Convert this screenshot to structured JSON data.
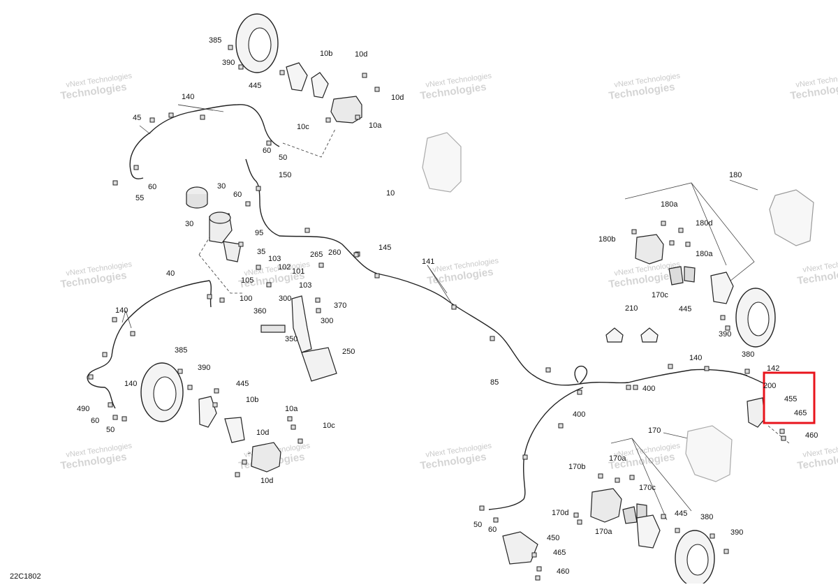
{
  "diagram_code": "22C1802",
  "watermark": {
    "line1": "vNext Technologies",
    "line2": "Technologies"
  },
  "highlight": {
    "color": "#e8141c"
  },
  "part_labels": [
    "385",
    "390",
    "445",
    "10b",
    "10d",
    "10d",
    "10c",
    "10a",
    "140",
    "45",
    "60",
    "50",
    "60",
    "55",
    "30",
    "30",
    "60",
    "150",
    "95",
    "35",
    "103",
    "102",
    "101",
    "265",
    "260",
    "145",
    "105",
    "100",
    "103",
    "300",
    "370",
    "300",
    "360",
    "350",
    "250",
    "10",
    "141",
    "40",
    "140",
    "140",
    "490",
    "60",
    "50",
    "385",
    "390",
    "445",
    "10b",
    "10a",
    "10c",
    "10d",
    "10d",
    "85",
    "180",
    "180a",
    "180d",
    "180b",
    "180a",
    "170c",
    "445",
    "210",
    "390",
    "380",
    "140",
    "142",
    "200",
    "400",
    "455",
    "465",
    "400",
    "460",
    "170",
    "170b",
    "170a",
    "170c",
    "170d",
    "445",
    "170a",
    "380",
    "390",
    "450",
    "465",
    "460",
    "50",
    "60"
  ]
}
